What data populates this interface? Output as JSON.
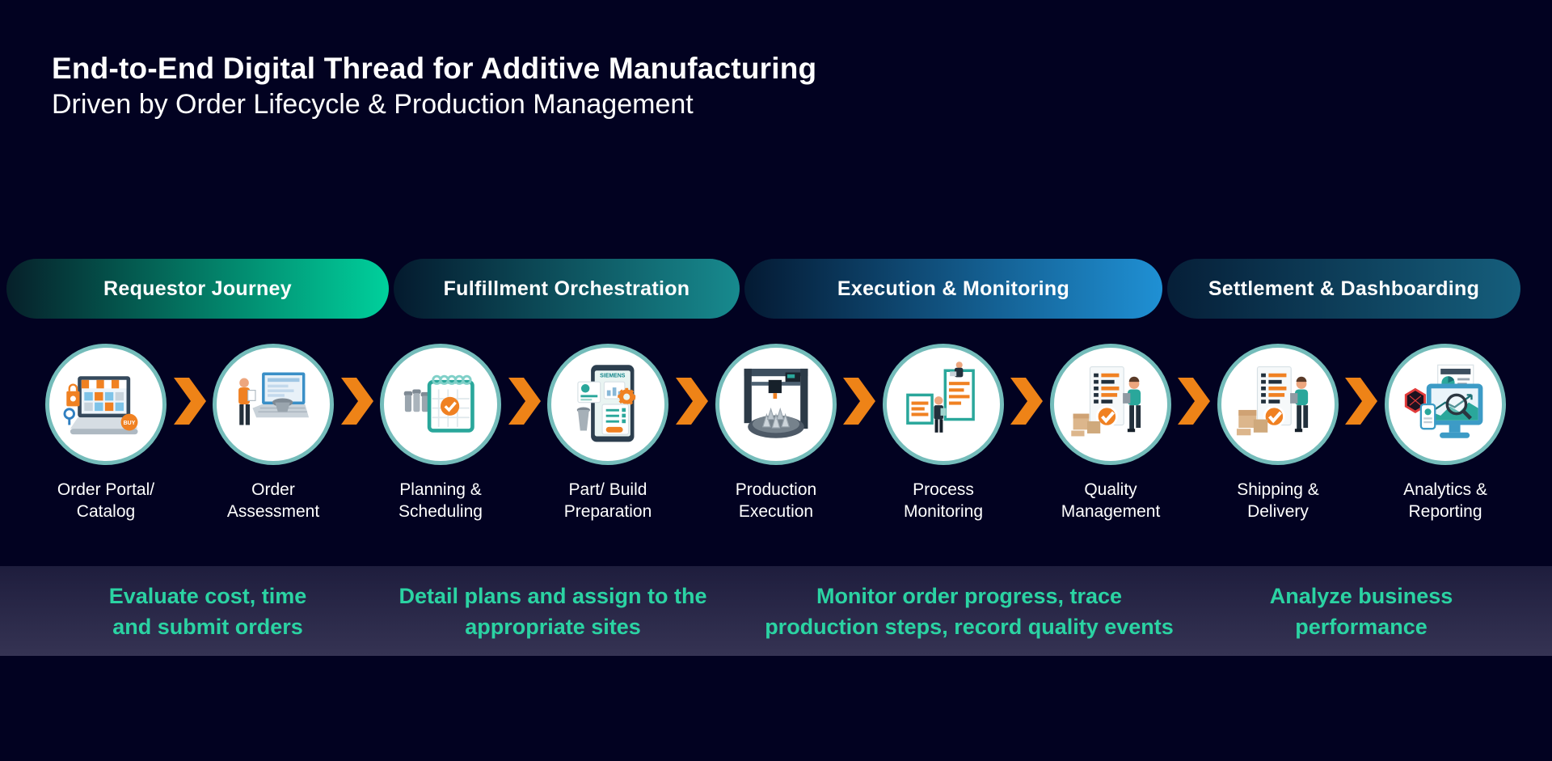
{
  "header": {
    "title": "End-to-End Digital Thread for Additive Manufacturing",
    "subtitle": "Driven by Order Lifecycle & Production Management"
  },
  "phases": [
    {
      "label": "Requestor Journey",
      "gradient_start": "#06202A",
      "gradient_end": "#00D09C"
    },
    {
      "label": "Fulfillment Orchestration",
      "gradient_start": "#041A2E",
      "gradient_end": "#178A8E"
    },
    {
      "label": "Execution & Monitoring",
      "gradient_start": "#041A33",
      "gradient_end": "#1F90D4"
    },
    {
      "label": "Settlement & Dashboarding",
      "gradient_start": "#061F38",
      "gradient_end": "#155E7C"
    }
  ],
  "steps": [
    {
      "line1": "Order Portal/",
      "line2": "Catalog",
      "icon": "order-portal-catalog-icon",
      "badge": "BUY"
    },
    {
      "line1": "Order",
      "line2": "Assessment",
      "icon": "order-assessment-icon"
    },
    {
      "line1": "Planning &",
      "line2": "Scheduling",
      "icon": "planning-scheduling-icon"
    },
    {
      "line1": "Part/ Build",
      "line2": "Preparation",
      "icon": "part-build-preparation-icon",
      "brand": "SIEMENS"
    },
    {
      "line1": "Production",
      "line2": "Execution",
      "icon": "production-execution-icon"
    },
    {
      "line1": "Process",
      "line2": "Monitoring",
      "icon": "process-monitoring-icon"
    },
    {
      "line1": "Quality",
      "line2": "Management",
      "icon": "quality-management-icon"
    },
    {
      "line1": "Shipping &",
      "line2": "Delivery",
      "icon": "shipping-delivery-icon"
    },
    {
      "line1": "Analytics &",
      "line2": "Reporting",
      "icon": "analytics-reporting-icon"
    }
  ],
  "descriptions": [
    {
      "line1": "Evaluate cost, time",
      "line2": "and submit orders"
    },
    {
      "line1": "Detail plans and assign to the",
      "line2": "appropriate sites"
    },
    {
      "line1": "Monitor order progress, trace",
      "line2": "production steps, record quality events"
    },
    {
      "line1": "Analyze business",
      "line2": "performance"
    }
  ],
  "colors": {
    "background": "#020221",
    "arrow_orange": "#EE8317",
    "circle_ring_teal": "#74BCBA",
    "band_text_green": "#2BD3A3",
    "band_gradient_top": "#1E1D3D",
    "band_gradient_bottom": "#353353",
    "text_white": "#FFFFFF"
  }
}
